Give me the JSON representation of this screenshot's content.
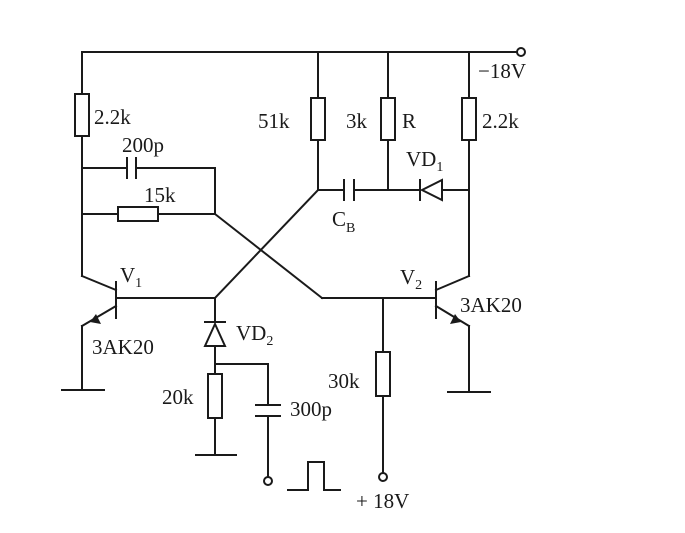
{
  "supply": {
    "negative": "−18V",
    "positive": "+ 18V"
  },
  "labels": {
    "r_top_left": "2.2k",
    "cap_200p": "200p",
    "r_15k": "15k",
    "r_51k": "51k",
    "r_3k": "3k",
    "r_name": "R",
    "diode_vd1": {
      "main": "VD",
      "sub": "1"
    },
    "r_top_right": "2.2k",
    "cap_cb": {
      "main": "C",
      "sub": "B"
    },
    "transistor_v1": {
      "main": "V",
      "sub": "1"
    },
    "transistor_v2": {
      "main": "V",
      "sub": "2"
    },
    "model_left": "3AK20",
    "model_right": "3AK20",
    "diode_vd2": {
      "main": "VD",
      "sub": "2"
    },
    "r_20k": "20k",
    "cap_300p": "300p",
    "r_30k": "30k"
  }
}
